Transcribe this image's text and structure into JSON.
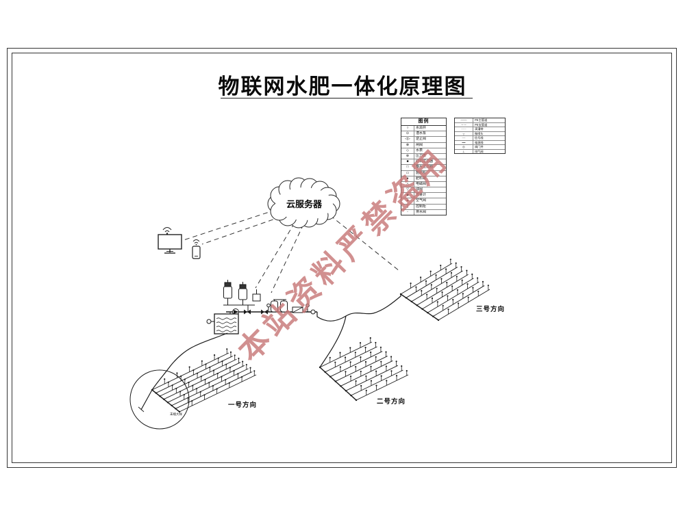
{
  "title": "物联网水肥一体化原理图",
  "watermark": "本站资料严禁盗用",
  "cloud": {
    "label": "云服务器"
  },
  "legend_left": {
    "title": "图例",
    "items": [
      {
        "symbol": "○",
        "name": "水源井"
      },
      {
        "symbol": "⊙",
        "name": "潜水泵"
      },
      {
        "symbol": "◁▷",
        "name": "逆止阀"
      },
      {
        "symbol": "⊗",
        "name": "闸阀"
      },
      {
        "symbol": "◇",
        "name": "水表"
      },
      {
        "symbol": "⊕",
        "name": "压力表"
      },
      {
        "symbol": "■",
        "name": "砂石过滤器"
      },
      {
        "symbol": "□",
        "name": "叠片过滤器"
      },
      {
        "symbol": "▭",
        "name": "施肥机"
      },
      {
        "symbol": "●",
        "name": "肥料罐"
      },
      {
        "symbol": "△",
        "name": "电磁阀"
      },
      {
        "symbol": "▽",
        "name": "球阀"
      },
      {
        "symbol": "◆",
        "name": "流量计"
      },
      {
        "symbol": "▲",
        "name": "空气阀"
      },
      {
        "symbol": "▯",
        "name": "控制柜"
      },
      {
        "symbol": "◦",
        "name": "排水阀"
      }
    ]
  },
  "legend_right": {
    "items": [
      {
        "symbol": "───",
        "name": "PE主管道"
      },
      {
        "symbol": "─ ─",
        "name": "PE支管道"
      },
      {
        "symbol": "┈┈┈",
        "name": "滴灌带"
      },
      {
        "symbol": "┬",
        "name": "微喷头"
      },
      {
        "symbol": "╌╌",
        "name": "信号线"
      },
      {
        "symbol": "━━",
        "name": "电源线"
      },
      {
        "symbol": "◎",
        "name": "阀门井"
      },
      {
        "symbol": "⊥",
        "name": "排气阀"
      }
    ]
  },
  "fields": [
    {
      "label": "一号方向"
    },
    {
      "label": "二号方向"
    },
    {
      "label": "三号方向"
    }
  ],
  "callout_note": "末端大样"
}
